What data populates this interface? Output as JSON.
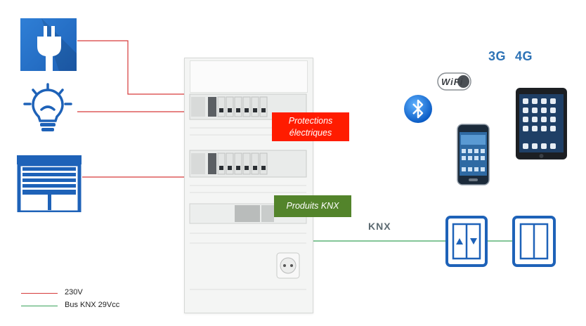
{
  "labels": {
    "protections": "Protections électriques",
    "knx_products": "Produits KNX",
    "net_3g": "3G",
    "net_4g": "4G",
    "wifi": "WiFi",
    "knx_logo": "KNX"
  },
  "legend": {
    "items": [
      {
        "label": "230V",
        "color": "#d63a3a"
      },
      {
        "label": "Bus KNX 29Vcc",
        "color": "#3aa35b"
      }
    ]
  },
  "colors": {
    "icon_blue": "#1e62b8",
    "line_red": "#d63a3a",
    "line_green": "#3aa35b",
    "tag_red": "#ff1c00",
    "tag_green": "#53842b",
    "network_text": "#2e73b6"
  },
  "icons": {
    "plug": "plug-icon",
    "lamp": "light-bulb-icon",
    "shutter": "roller-shutter-icon",
    "bluetooth": "bluetooth-icon",
    "wifi": "wifi-icon",
    "phone": "smartphone-icon",
    "tablet": "tablet-icon",
    "switch_arrows": "knx-shutter-switch-icon",
    "switch_plain": "knx-push-button-icon"
  }
}
